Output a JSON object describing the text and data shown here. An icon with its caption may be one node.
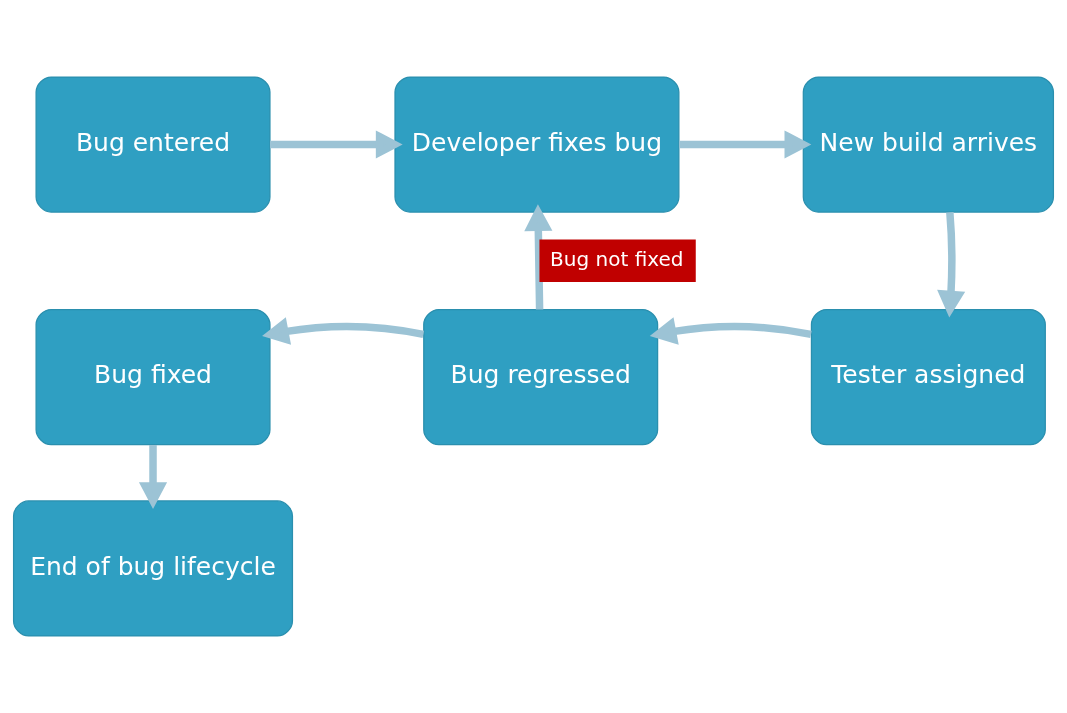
{
  "diagram": {
    "nodes": [
      {
        "text": [
          "Bug entered"
        ]
      },
      {
        "text": [
          "Developer fixes bug"
        ]
      },
      {
        "text": [
          "New build arrives"
        ]
      },
      {
        "text": [
          "Tester assigned"
        ]
      },
      {
        "text": [
          "Bug regressed"
        ]
      },
      {
        "text": [
          "Bug fixed"
        ]
      },
      {
        "text": [
          "End of bug lifecycle"
        ]
      }
    ],
    "edges": [
      {
        "from": 0,
        "to": 1,
        "arrow": "to"
      },
      {
        "from": 1,
        "to": 2,
        "arrow": "to"
      },
      {
        "from": 2,
        "to": 3,
        "arrow": "to"
      },
      {
        "from": 3,
        "to": 4,
        "arrow": "to"
      },
      {
        "from": 4,
        "to": 5,
        "arrow": "to"
      },
      {
        "from": 4,
        "to": 1,
        "arrow": "to",
        "label": "Bug not fixed"
      },
      {
        "from": 5,
        "to": 6,
        "arrow": "to"
      }
    ]
  }
}
